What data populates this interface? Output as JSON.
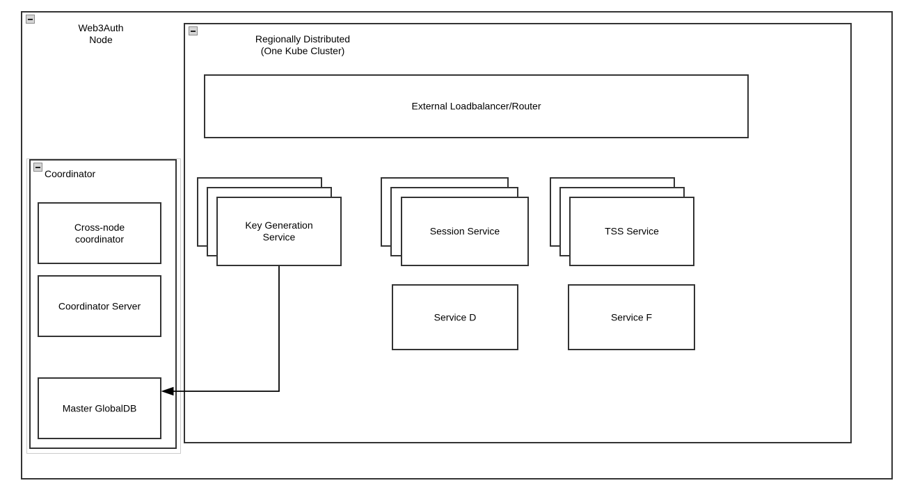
{
  "diagram": {
    "title_outer": "Web3Auth\nNode",
    "title_cluster": "Regionally Distributed\n(One Kube Cluster)",
    "title_coordinator": "Coordinator",
    "collapse_icon_name": "collapse-minus-icon"
  },
  "nodes": {
    "loadbalancer": {
      "label": "External Loadbalancer/Router"
    },
    "key_generation_service": {
      "label": "Key Generation\nService",
      "instances": 3
    },
    "session_service": {
      "label": "Session Service",
      "instances": 3
    },
    "tss_service": {
      "label": "TSS Service",
      "instances": 3
    },
    "service_d": {
      "label": "Service D"
    },
    "service_f": {
      "label": "Service F"
    },
    "cross_node_coordinator": {
      "label": "Cross-node\ncoordinator"
    },
    "coordinator_server": {
      "label": "Coordinator Server"
    },
    "master_globaldb": {
      "label": "Master GlobalDB"
    }
  },
  "edges": [
    {
      "name": "keygen-to-masterdb",
      "from": "key_generation_service",
      "to": "master_globaldb",
      "arrowhead": "left"
    }
  ],
  "colors": {
    "stroke": "#333333",
    "text": "#000000",
    "background": "#ffffff",
    "frame_outline": "#cccccc",
    "icon_fill": "#d5d5d5",
    "icon_border": "#8a8a8a"
  }
}
